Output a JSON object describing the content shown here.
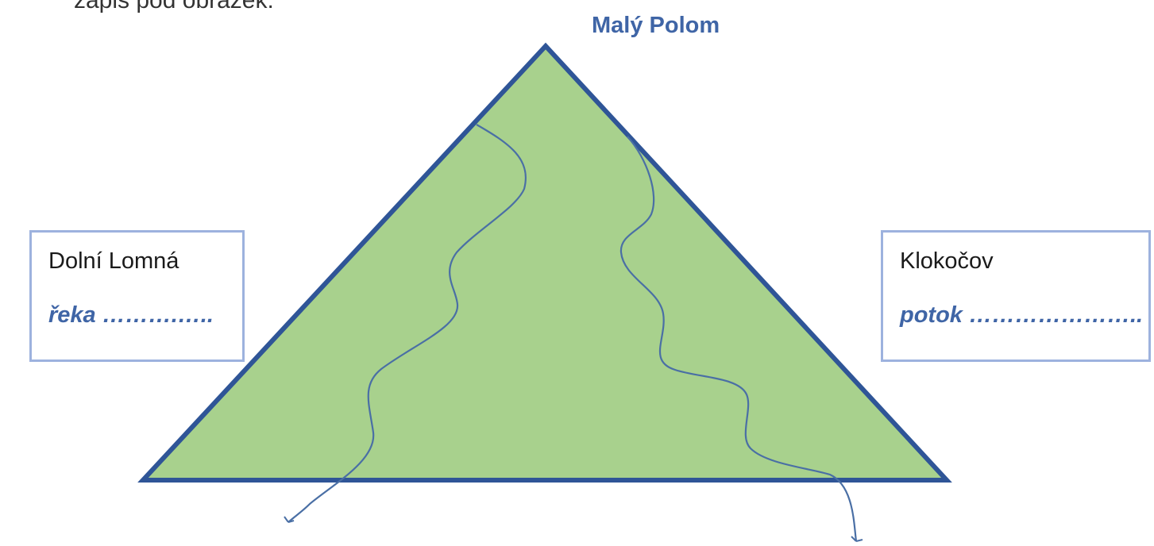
{
  "instruction_fragment": "zápis pod obrázek.",
  "peak": {
    "name": "Malý Polom"
  },
  "left_box": {
    "place": "Dolní Lomná",
    "answer": "řeka ……….….."
  },
  "right_box": {
    "place": "Klokočov",
    "answer": "potok ………………….."
  },
  "colors": {
    "mountain_fill": "#a8d18d",
    "mountain_stroke": "#2f5597",
    "river_stroke": "#4a6fa5",
    "box_border": "#9db2de",
    "accent_text": "#3f65a6"
  }
}
